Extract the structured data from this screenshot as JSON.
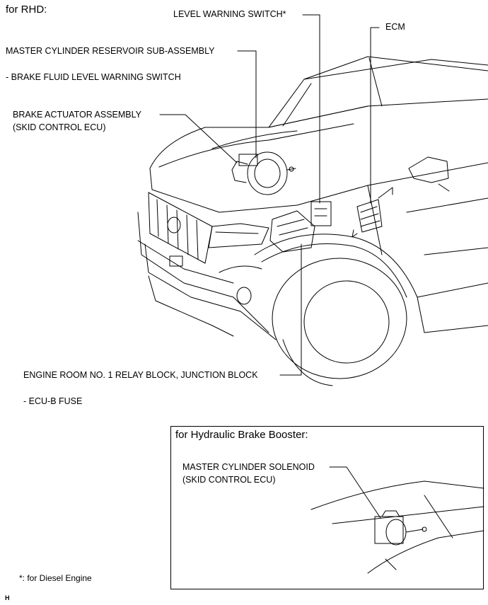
{
  "header": {
    "title": "for RHD:"
  },
  "labels": {
    "level_warning_switch": "LEVEL WARNING SWITCH*",
    "ecm": "ECM",
    "master_cylinder_reservoir": "MASTER CYLINDER RESERVOIR SUB-ASSEMBLY",
    "brake_fluid_level_switch": "- BRAKE FLUID LEVEL WARNING SWITCH",
    "brake_actuator_line1": "BRAKE ACTUATOR ASSEMBLY",
    "brake_actuator_line2": "(SKID CONTROL ECU)",
    "engine_room_relay": "ENGINE ROOM NO. 1 RELAY BLOCK, JUNCTION BLOCK",
    "ecu_b_fuse": "- ECU-B FUSE"
  },
  "inset": {
    "title": "for Hydraulic Brake Booster:",
    "solenoid_line1": "MASTER CYLINDER SOLENOID",
    "solenoid_line2": "(SKID CONTROL ECU)"
  },
  "footnote": "*: for Diesel Engine",
  "corner_mark": "H"
}
